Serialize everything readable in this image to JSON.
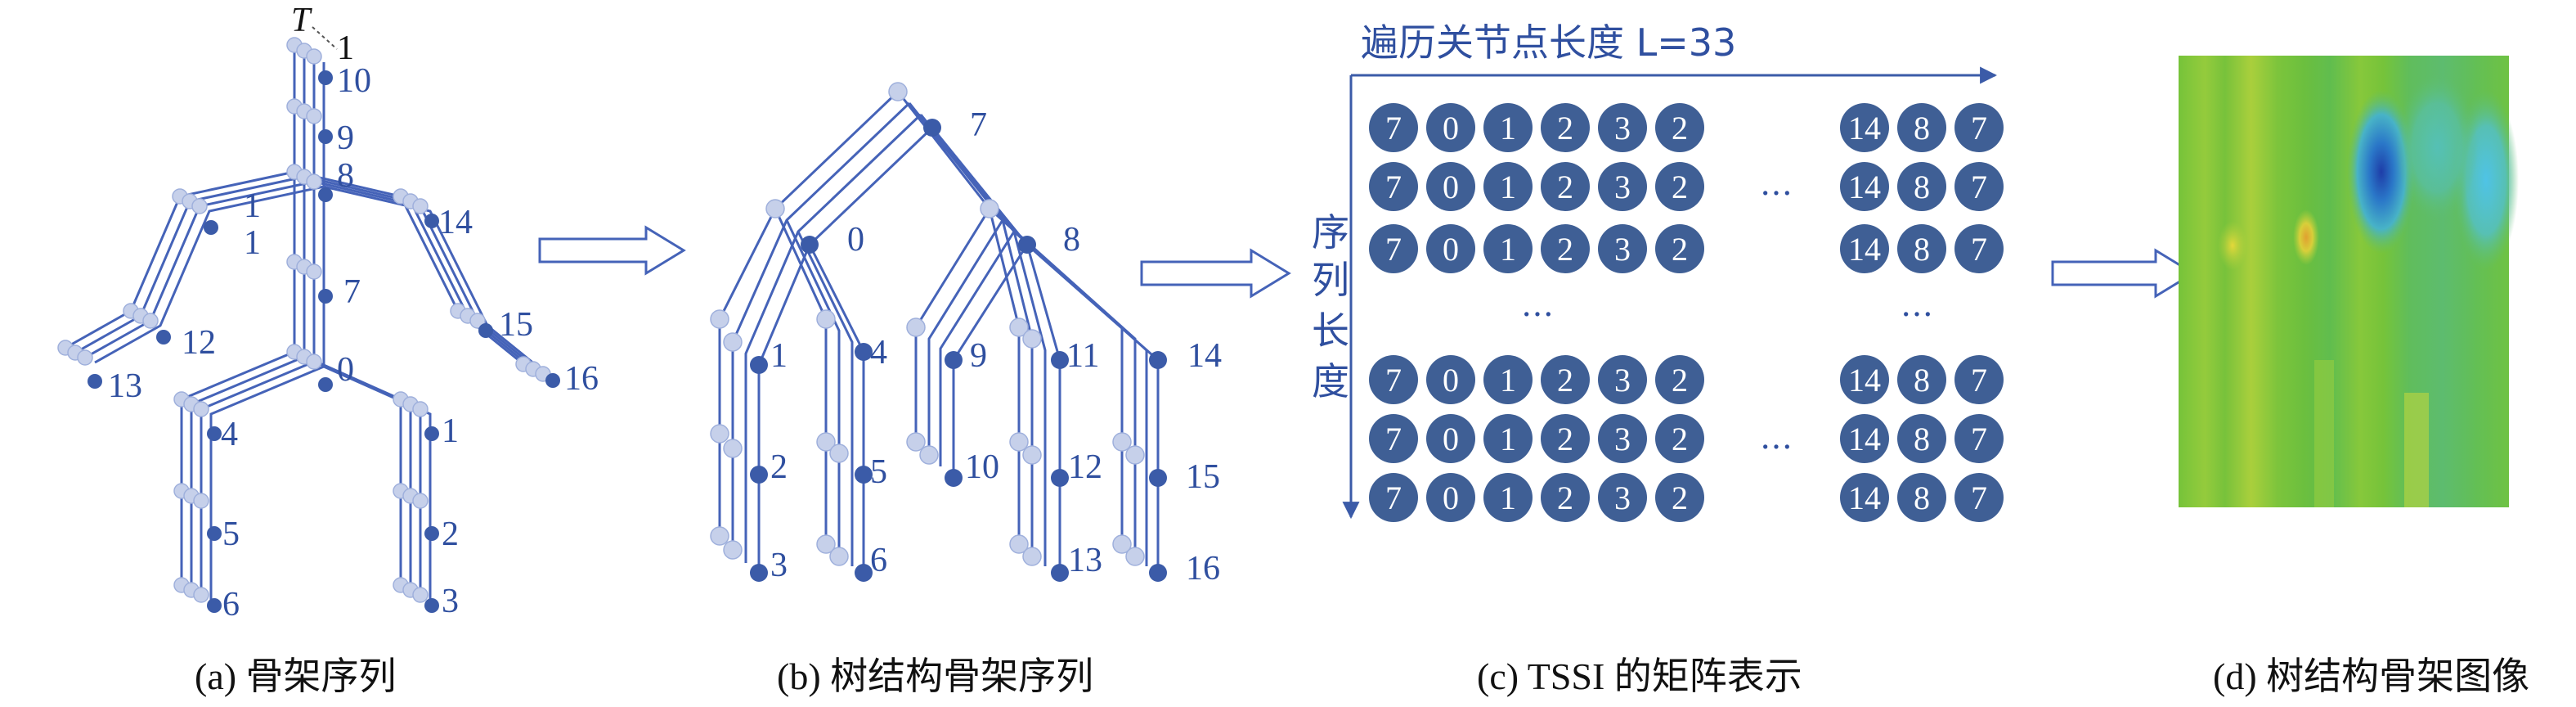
{
  "captions": {
    "a": "(a) 骨架序列",
    "b": "(b) 树结构骨架序列",
    "c": "(c) TSSI 的矩阵表示",
    "d": "(d) 树结构骨架图像"
  },
  "panel_a": {
    "time_label": "T",
    "joints": [
      "1",
      "10",
      "9",
      "8",
      "1",
      "1",
      "14",
      "7",
      "12",
      "15",
      "13",
      "16",
      "0",
      "4",
      "1",
      "5",
      "2",
      "6",
      "3"
    ]
  },
  "panel_b": {
    "joints": [
      "7",
      "0",
      "8",
      "1",
      "4",
      "9",
      "11",
      "14",
      "2",
      "5",
      "10",
      "12",
      "15",
      "3",
      "6",
      "13",
      "16"
    ]
  },
  "panel_c": {
    "top_label": "遍历关节点长度 L=33",
    "side_label": [
      "序",
      "列",
      "长",
      "度"
    ],
    "row_values_left": [
      "7",
      "0",
      "1",
      "2",
      "3",
      "2"
    ],
    "row_values_right": [
      "14",
      "8",
      "7"
    ],
    "ellipsis": "…",
    "ellipsis_v": "⋯"
  },
  "colors": {
    "node_dark": "#3b5ba8",
    "node_light": "#c6d0ea",
    "line": "#4563b8",
    "circle_fill": "#3f5f95",
    "arrow": "#3b5ba8"
  }
}
